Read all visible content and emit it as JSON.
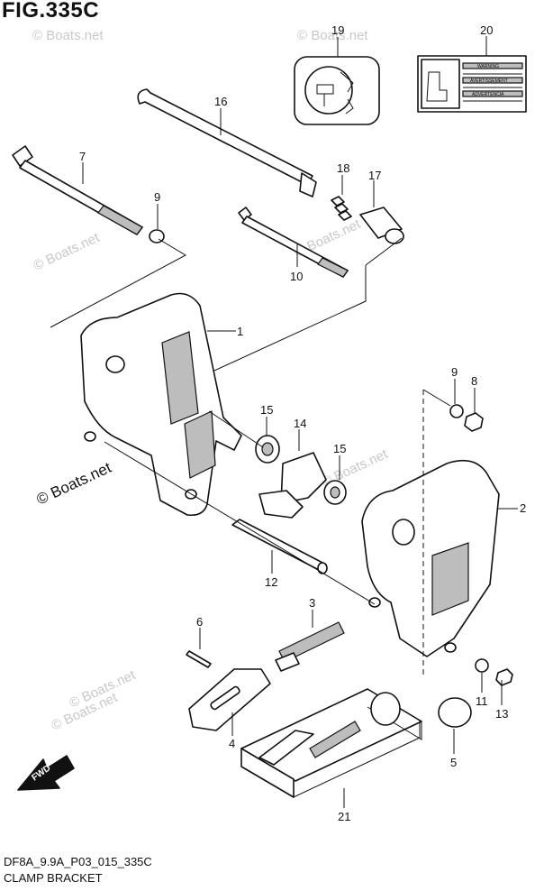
{
  "figure": {
    "title": "FIG.335C"
  },
  "footer": {
    "code": "DF8A_9.9A_P03_015_335C",
    "name": "CLAMP BRACKET"
  },
  "watermarks": [
    "© Boats.net",
    "© Boats.net",
    "© Boats.net",
    "© Boats.net",
    "© Boats.net",
    "© Boats.net",
    "© Boats.net",
    "© Boats.net"
  ],
  "callouts": [
    "19",
    "20",
    "16",
    "7",
    "18",
    "17",
    "9",
    "10",
    "1",
    "9",
    "8",
    "15",
    "14",
    "15",
    "2",
    "12",
    "3",
    "6",
    "11",
    "13",
    "4",
    "5",
    "21"
  ],
  "fwd_arrow": {
    "label": "FWD"
  },
  "label_sticker": {
    "lines": [
      "WARNING",
      "AVERTISSEMENT",
      "ADVERTENCIA"
    ]
  },
  "colors": {
    "line": "#111111",
    "watermark": "#c8c8c8",
    "shade": "#bdbdbd"
  }
}
